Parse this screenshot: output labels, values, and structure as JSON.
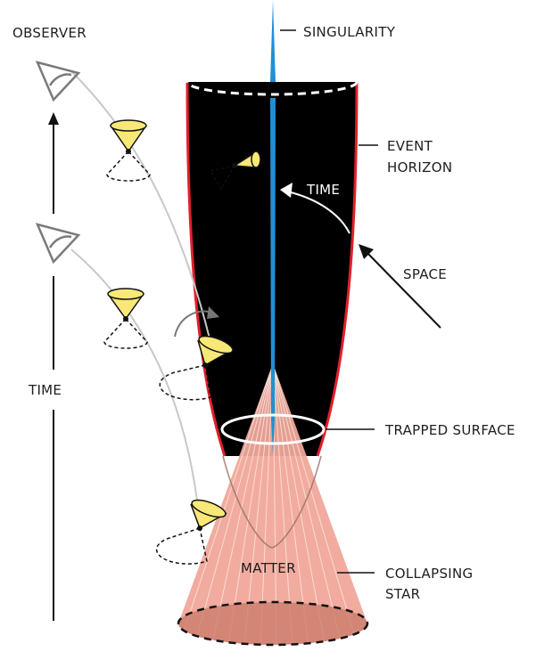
{
  "labels": {
    "observer": "OBSERVER",
    "singularity": "SINGULARITY",
    "event_horizon_line1": "EVENT",
    "event_horizon_line2": "HORIZON",
    "time_inside": "TIME",
    "space": "SPACE",
    "time_axis": "TIME",
    "trapped_surface": "TRAPPED SURFACE",
    "matter": "MATTER",
    "collapsing_star_line1": "COLLAPSING",
    "collapsing_star_line2": "STAR"
  },
  "colors": {
    "black_hole": "#000000",
    "event_horizon_edge": "#e0202a",
    "singularity": "#1e90d8",
    "star_matter": "#f0a89a",
    "star_stripes": "#fbe1da",
    "light_cone": "#f8e878",
    "worldline": "#c8c8c8",
    "eye_icon": "#7a7a7a"
  }
}
